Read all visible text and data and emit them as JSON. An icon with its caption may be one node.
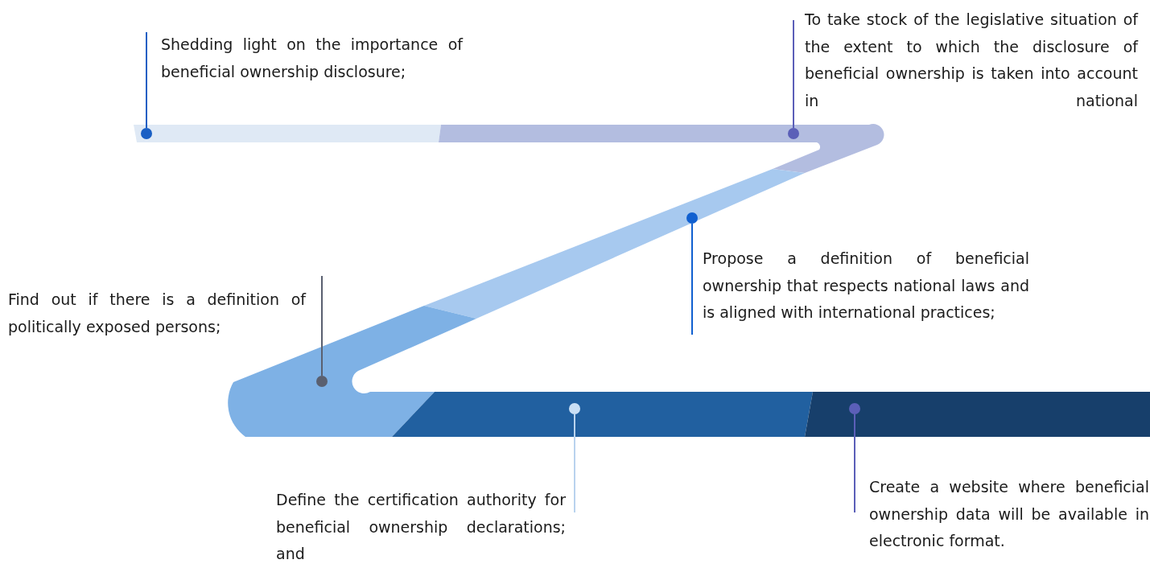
{
  "diagram": {
    "nodes": [
      {
        "text": [
          "Shedding light on the importance of beneficial ownership disclosure;"
        ]
      },
      {
        "text": [],
        "shape": "circle"
      },
      {
        "text": [
          "To take stock of the legislative situation of the extent to which the disclosure of beneficial ownership is taken into account in national"
        ]
      },
      {
        "text": [],
        "shape": "circle"
      },
      {
        "text": [
          "Propose a definition of beneficial ownership that respects national laws and is aligned with international practices;"
        ]
      },
      {
        "text": [],
        "shape": "circle"
      },
      {
        "text": [
          "Find out if there is a definition of politically exposed persons;"
        ]
      },
      {
        "text": [],
        "shape": "circle"
      },
      {
        "text": [
          "Define the certification authority for beneficial ownership declarations; and"
        ]
      },
      {
        "text": [],
        "shape": "circle"
      },
      {
        "text": [
          "Create a website where beneficial ownership data will be available in electronic format."
        ]
      },
      {
        "text": [],
        "shape": "circle"
      }
    ],
    "edges": [
      {
        "from": 0,
        "to": 1,
        "arrow": "none",
        "color": "#1a5fc4"
      },
      {
        "from": 2,
        "to": 3,
        "arrow": "none",
        "color": "#5b5fb8"
      },
      {
        "from": 4,
        "to": 5,
        "arrow": "none",
        "color": "#1060d0"
      },
      {
        "from": 6,
        "to": 7,
        "arrow": "none",
        "color": "#5a6070"
      },
      {
        "from": 8,
        "to": 9,
        "arrow": "none",
        "color": "#b9d3ee"
      },
      {
        "from": 10,
        "to": 11,
        "arrow": "none",
        "color": "#5b5fb8"
      }
    ]
  }
}
